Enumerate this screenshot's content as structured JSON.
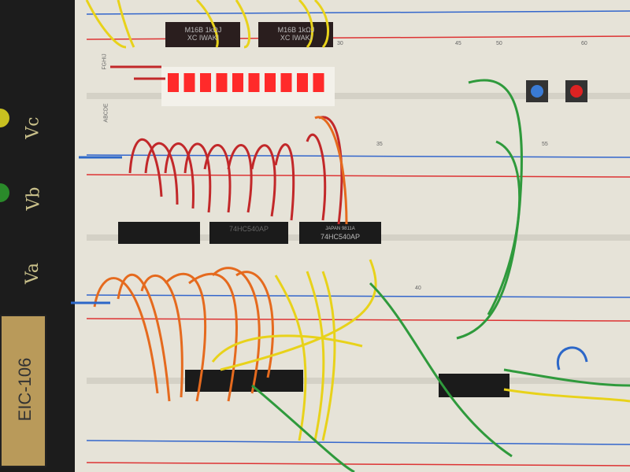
{
  "panel": {
    "labels": [
      "Vc",
      "Vb",
      "Va"
    ],
    "module_label": "EIC-106"
  },
  "chips": [
    {
      "line1": "M16B 1kΩJ",
      "line2": "XC IWAKI"
    },
    {
      "line1": "M16B 1kΩJ",
      "line2": "XC IWAKI"
    },
    {
      "line1": "",
      "line2": "74HC540AP"
    },
    {
      "line1": "JAPAN 9811A",
      "line2": "74HC540AP"
    }
  ],
  "breadboard": {
    "row_labels": [
      "ABCDE",
      "FGHIJ"
    ],
    "column_numbers": [
      "30",
      "35",
      "40",
      "45",
      "50",
      "55",
      "60"
    ]
  },
  "led_bar": {
    "segments_lit": 10,
    "segments_total": 10,
    "color": "#ff2a2a"
  },
  "colors": {
    "board": "#e9e6dc",
    "rail_red": "#d33",
    "rail_blue": "#36c",
    "chip": "#1b1b1b"
  }
}
